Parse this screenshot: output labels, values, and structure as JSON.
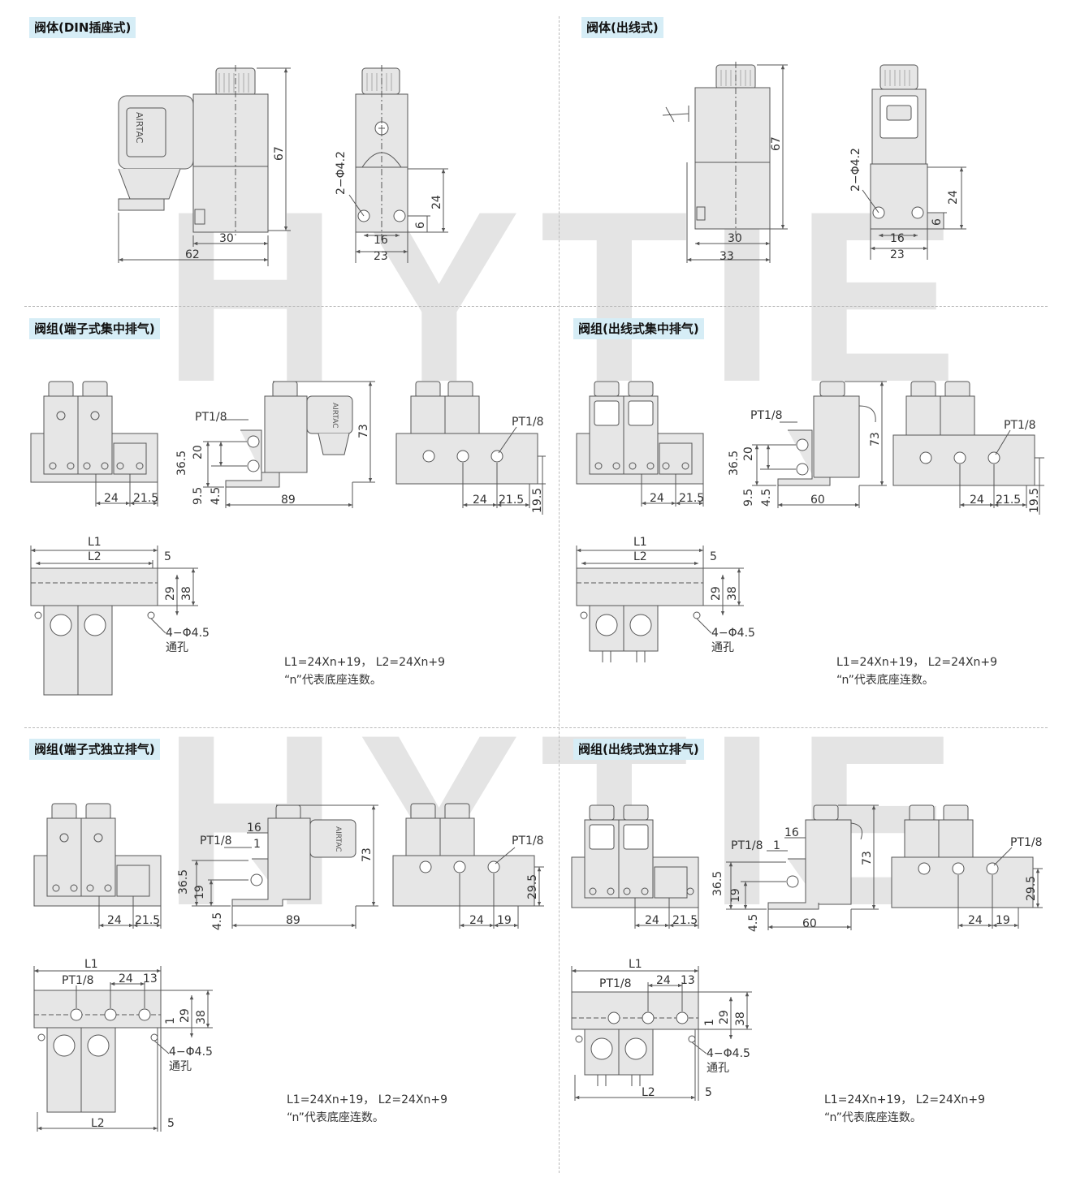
{
  "sections": {
    "s1": {
      "title": "阀体(DIN插座式)"
    },
    "s2": {
      "title": "阀体(出线式)"
    },
    "s3": {
      "title": "阀组(端子式集中排气)"
    },
    "s4": {
      "title": "阀组(出线式集中排气)"
    },
    "s5": {
      "title": "阀组(端子式独立排气)"
    },
    "s6": {
      "title": "阀组(出线式独立排气)"
    }
  },
  "watermark": "HYTIE",
  "brand_label": "AIRTAC",
  "formula": {
    "line1": "L1=24Xn+19，  L2=24Xn+9",
    "line2": "“n”代表底座连数。"
  },
  "dims": {
    "d67": "67",
    "d30": "30",
    "d62": "62",
    "d16": "16",
    "d23": "23",
    "d24": "24",
    "d6": "6",
    "d33": "33",
    "phi42": "2−Φ4.2",
    "pt18": "PT1/8",
    "d73": "73",
    "d365": "36.5",
    "d20": "20",
    "d95": "9.5",
    "d45": "4.5",
    "d89": "89",
    "d215": "21.5",
    "d195": "19.5",
    "d60": "60",
    "L1": "L1",
    "L2": "L2",
    "d5": "5",
    "d29": "29",
    "d38": "38",
    "phi45": "4−Φ4.5",
    "tonghole": "通孔",
    "d19": "19",
    "d295": "29.5",
    "d13": "13",
    "d1": "1"
  },
  "colors": {
    "title_bg": "#d6edf6",
    "body_fill": "#e6e6e6",
    "line": "#555555",
    "watermark": "#e4e4e4"
  }
}
